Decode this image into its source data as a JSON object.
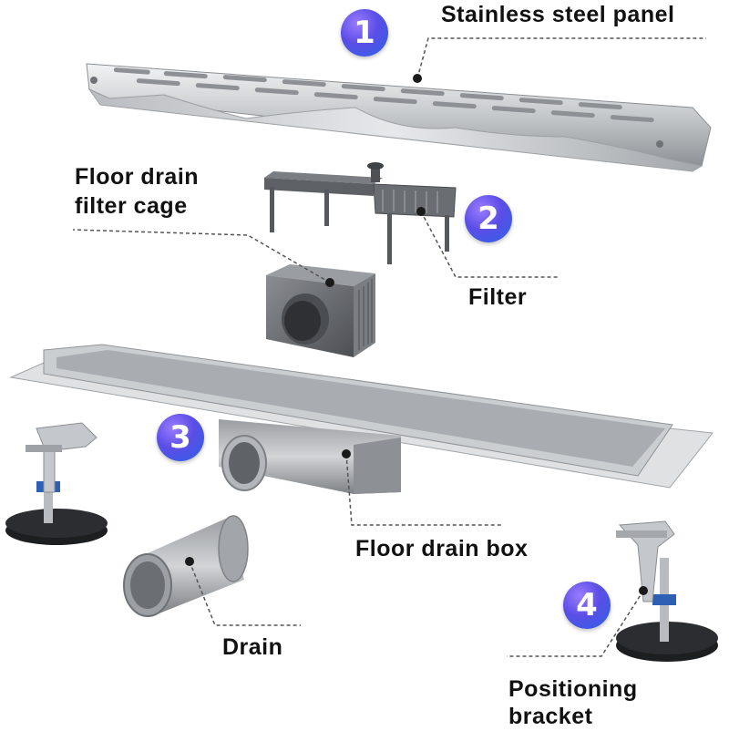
{
  "badges": {
    "one": "1",
    "two": "2",
    "three": "3",
    "four": "4"
  },
  "labels": {
    "stainless_panel": "Stainless steel panel",
    "filter_cage_line1": "Floor drain",
    "filter_cage_line2": "filter cage",
    "filter": "Filter",
    "drain_box": "Floor drain box",
    "drain": "Drain",
    "bracket_line1": "Positioning",
    "bracket_line2": "bracket"
  },
  "colors": {
    "badge_gradient_start": "#9a7cff",
    "badge_gradient_end": "#2a64e8",
    "leader_line": "#555555",
    "steel": "#c9ccd0",
    "plastic_gray": "#6b6e72"
  },
  "icons": {
    "panel": "stainless-steel-panel-illustration",
    "filter": "filter-frame-illustration",
    "cage": "filter-cage-illustration",
    "trough": "drain-channel-illustration",
    "drain_pipe": "drain-pipe-illustration",
    "bracket": "positioning-bracket-illustration"
  }
}
